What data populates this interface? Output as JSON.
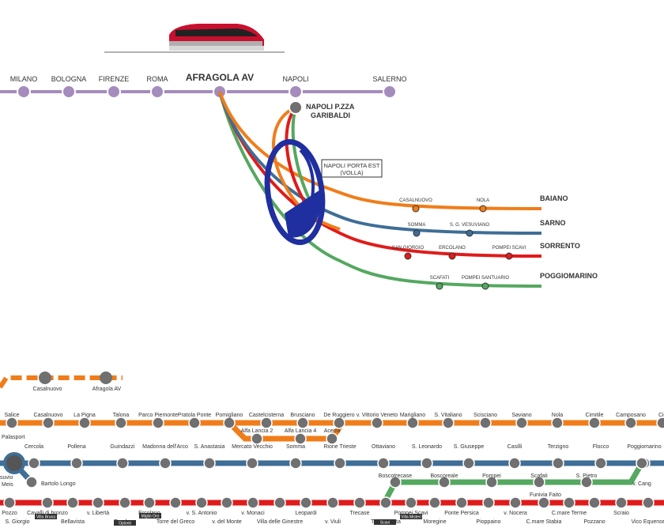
{
  "colors": {
    "av": "#a48cbd",
    "baiano": "#f07d1a",
    "sarno": "#3f6e96",
    "sorrento": "#e01b1b",
    "poggiomarino": "#55a860",
    "ring": "#1f2fa0",
    "station": "#707070",
    "text": "#333333"
  },
  "av_line": {
    "stations": [
      "MILANO",
      "BOLOGNA",
      "FIRENZE",
      "ROMA",
      "AFRAGOLA AV",
      "NAPOLI",
      "SALERNO"
    ],
    "terminal": "NAPOLI P.ZZA\nGARIBALDI",
    "hub": "NAPOLI PORTA EST\n(VOLLA)"
  },
  "branches": [
    {
      "name": "BAIANO",
      "stations": [
        "CASALNUOVO",
        "NOLA"
      ]
    },
    {
      "name": "SARNO",
      "stations": [
        "SOMMA",
        "S. G. VESUVIANO"
      ]
    },
    {
      "name": "SORRENTO",
      "stations": [
        "SAN GIORGIO",
        "ERCOLANO",
        "POMPEI SCAVI"
      ]
    },
    {
      "name": "POGGIOMARINO",
      "stations": [
        "SCAFATI",
        "POMPEI SANTUARIO"
      ]
    }
  ],
  "proposed_line": {
    "stations": [
      "Casalnuovo",
      "Afragola AV"
    ]
  },
  "network": {
    "baiano": {
      "stations": [
        "Salice",
        "Casalnuovo",
        "La Pigna",
        "Talona",
        "Parco Piemonte",
        "Pratola Ponte",
        "Pomigliano",
        "Castelcisterna",
        "Brusciano",
        "De Ruggiero",
        "v. Vittorio Veneto",
        "Marigliano",
        "S. Vitaliano",
        "Scisciano",
        "Saviano",
        "Nola",
        "Cimitile",
        "Camposano",
        "Cic"
      ]
    },
    "baiano_loop": {
      "stations": [
        "Alfa Lancia 2",
        "Alfa Lancia 4",
        "Acerra"
      ]
    },
    "sarno": {
      "stations": [
        "Cercola",
        "Pollena",
        "Guindazzi",
        "Madonna dell'Arco",
        "S. Anastasia",
        "Mercato Vecchio",
        "Somma",
        "Rione Trieste",
        "Ottaviano",
        "S. Leonardo",
        "S. Giuseppe",
        "Casilli",
        "Terzigno",
        "Flocco",
        "Poggiomarino"
      ]
    },
    "poggiomarino": {
      "stations": [
        "Boscotrecase",
        "Boscoreale",
        "Pompei",
        "Scafati",
        "S. Pietro",
        "v. Cang"
      ]
    },
    "sorrento": {
      "stations": [
        "Pozzo",
        "S. Giorgio",
        "Cavalli di bronzo",
        "Bellavista",
        "v. Libertà",
        "Ercolano",
        "Ercolano",
        "Torre del Greco",
        "v. S. Antonio",
        "v. del Monte",
        "v. Monaci",
        "Villa delle Ginestre",
        "Leopardi",
        "v. Viuli",
        "Trecase",
        "Torre Ann.ta",
        "Pompei Scavi",
        "Moregine",
        "Ponte Persica",
        "Pioppaino",
        "v. Nocera",
        "C.mare Stabia",
        "C.mare Terme",
        "Pozzano",
        "Scraio",
        "Vico Equense"
      ]
    },
    "funicular": "Funivia Faito",
    "left_labels": [
      "Palasport",
      "suvio",
      "Meis",
      "Bartolo Longo"
    ],
    "interchange_tags": [
      "Villa Bruna",
      "Miglio Oro",
      "Oplonti",
      "Villa Misteri",
      "Scavi"
    ]
  }
}
